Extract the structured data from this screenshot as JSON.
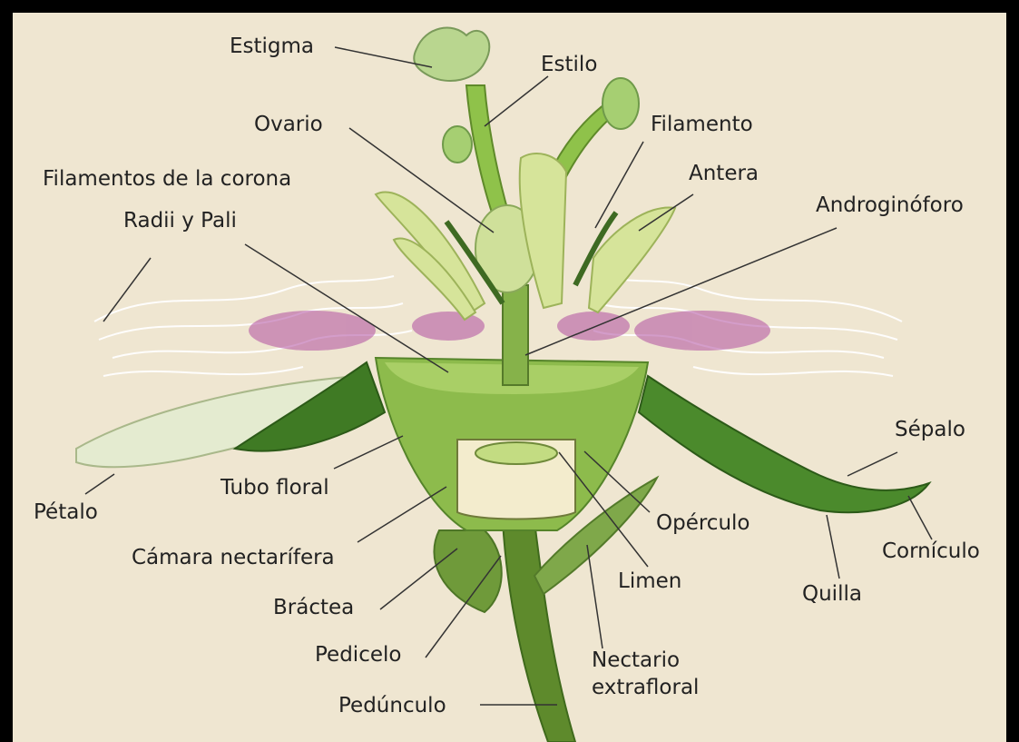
{
  "diagram": {
    "labels": {
      "estigma": "Estigma",
      "estilo": "Estilo",
      "ovario": "Ovario",
      "filamento": "Filamento",
      "filamentos_corona": "Filamentos de la corona",
      "antera": "Antera",
      "radii_pali": "Radii y Pali",
      "androginoforo": "Androginóforo",
      "sepalo": "Sépalo",
      "petalo": "Pétalo",
      "tubo_floral": "Tubo floral",
      "camara_nectarifera": "Cámara nectarífera",
      "operculo": "Opérculo",
      "corniculo": "Cornículo",
      "limen": "Limen",
      "quilla": "Quilla",
      "bractea": "Bráctea",
      "pedicelo": "Pedicelo",
      "nectario_line1": "Nectario",
      "nectario_line2": "extrafloral",
      "pedunculo": "Pedúnculo"
    },
    "colors": {
      "background": "#efe6d1",
      "frame": "#000000",
      "stem_green": "#5e8a2c",
      "light_green": "#9cc35a",
      "cream_green": "#d6e49a",
      "corona_purple": "#b04ea0",
      "leader_line": "#333333"
    }
  }
}
